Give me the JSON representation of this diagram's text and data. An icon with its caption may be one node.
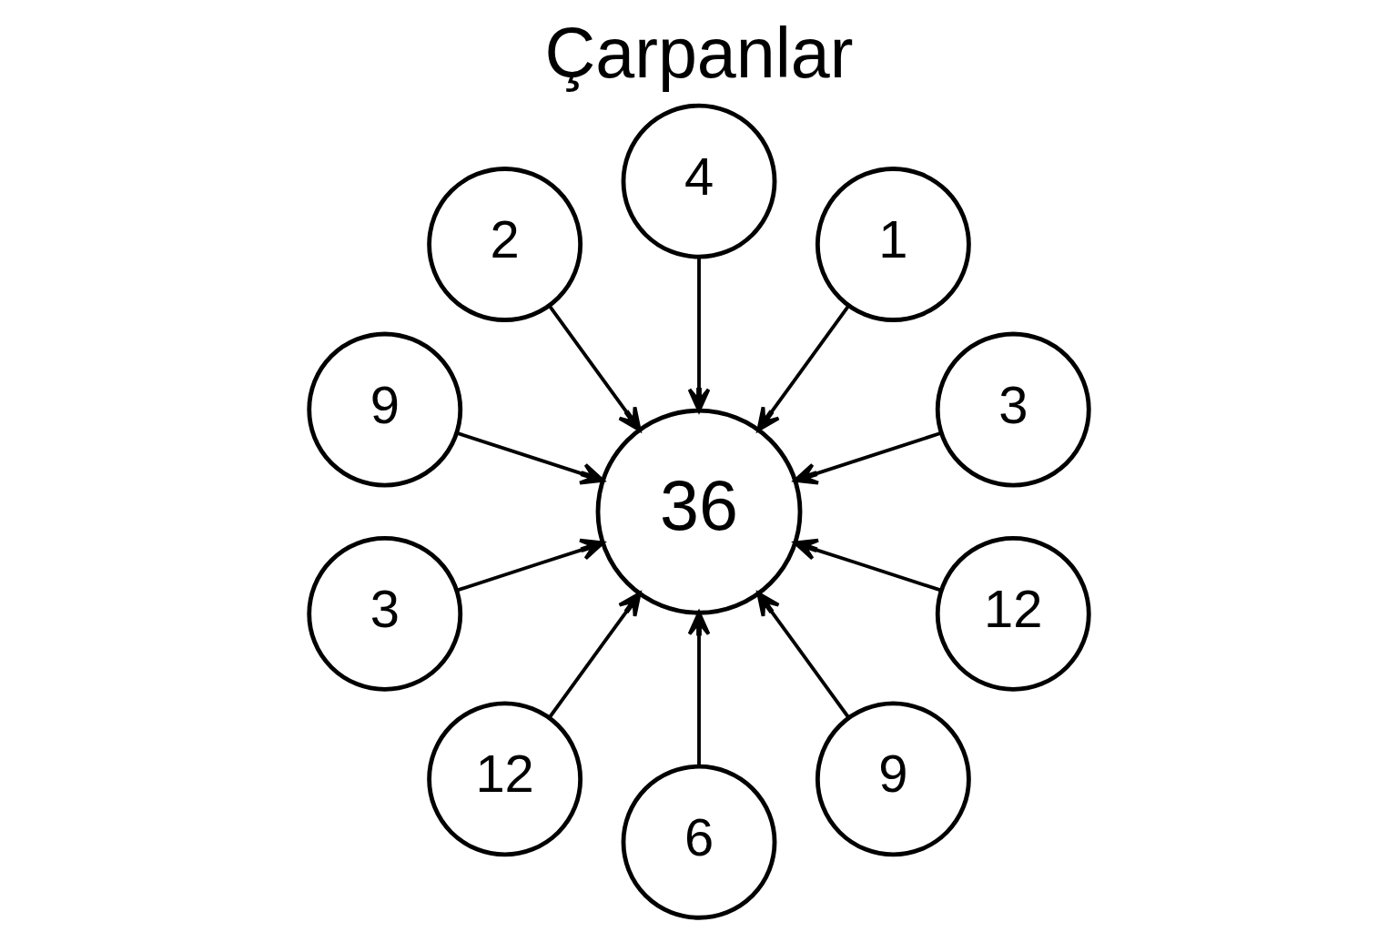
{
  "diagram": {
    "title": "Çarpanlar",
    "nodes": [
      {
        "text": [
          "3"
        ]
      },
      {
        "text": [
          "1"
        ]
      },
      {
        "text": [
          "4"
        ]
      },
      {
        "text": [
          "2"
        ]
      },
      {
        "text": [
          "9"
        ]
      },
      {
        "text": [
          "36"
        ]
      },
      {
        "text": [
          "3"
        ]
      },
      {
        "text": [
          "12"
        ]
      },
      {
        "text": [
          "6"
        ]
      },
      {
        "text": [
          "9"
        ]
      },
      {
        "text": [
          "12"
        ]
      }
    ],
    "edges": [
      {
        "from": 0,
        "to": 5,
        "arrow": "to"
      },
      {
        "from": 2,
        "to": 5,
        "arrow": "to"
      },
      {
        "from": 4,
        "to": 5,
        "arrow": "to"
      },
      {
        "from": 7,
        "to": 5,
        "arrow": "to"
      },
      {
        "from": 9,
        "to": 5,
        "arrow": "to"
      },
      {
        "from": 10,
        "to": 5,
        "arrow": "to"
      },
      {
        "from": 8,
        "to": 5,
        "arrow": "to"
      },
      {
        "from": 6,
        "to": 5,
        "arrow": "to"
      },
      {
        "from": 3,
        "to": 5,
        "arrow": "to"
      },
      {
        "from": 1,
        "to": 5,
        "arrow": "to"
      }
    ]
  }
}
